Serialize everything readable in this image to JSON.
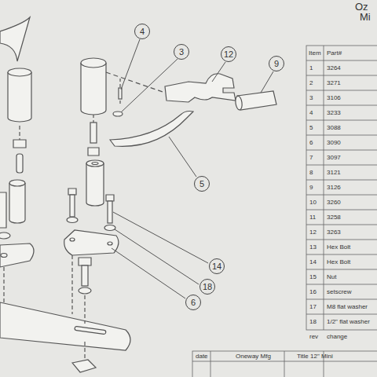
{
  "diagram": {
    "nodes": [
      {
        "text": [
          "4"
        ]
      },
      {
        "text": [
          "3"
        ]
      },
      {
        "text": [
          "12"
        ]
      },
      {
        "text": [
          "9"
        ]
      },
      {
        "text": [
          "5"
        ]
      },
      {
        "text": [
          "14"
        ]
      },
      {
        "text": [
          "18"
        ]
      },
      {
        "text": [
          "6"
        ]
      }
    ],
    "labels": [
      "Oz",
      "Mi",
      "Item",
      "Part#",
      "1",
      "3264",
      "2",
      "3271",
      "3",
      "3106",
      "4",
      "3233",
      "5",
      "3088",
      "6",
      "3090",
      "7",
      "3097",
      "8",
      "3121",
      "9",
      "3126",
      "10",
      "3260",
      "11",
      "3258",
      "12",
      "3263",
      "13",
      "Hex Bolt",
      "14",
      "Hex Bolt",
      "15",
      "Nut",
      "16",
      "setscrew",
      "17",
      "M8 flat washer",
      "18",
      "1/2\" flat washer",
      "rev",
      "change",
      "date",
      "Oneway Mfg",
      "Title 12\" Mini"
    ]
  }
}
